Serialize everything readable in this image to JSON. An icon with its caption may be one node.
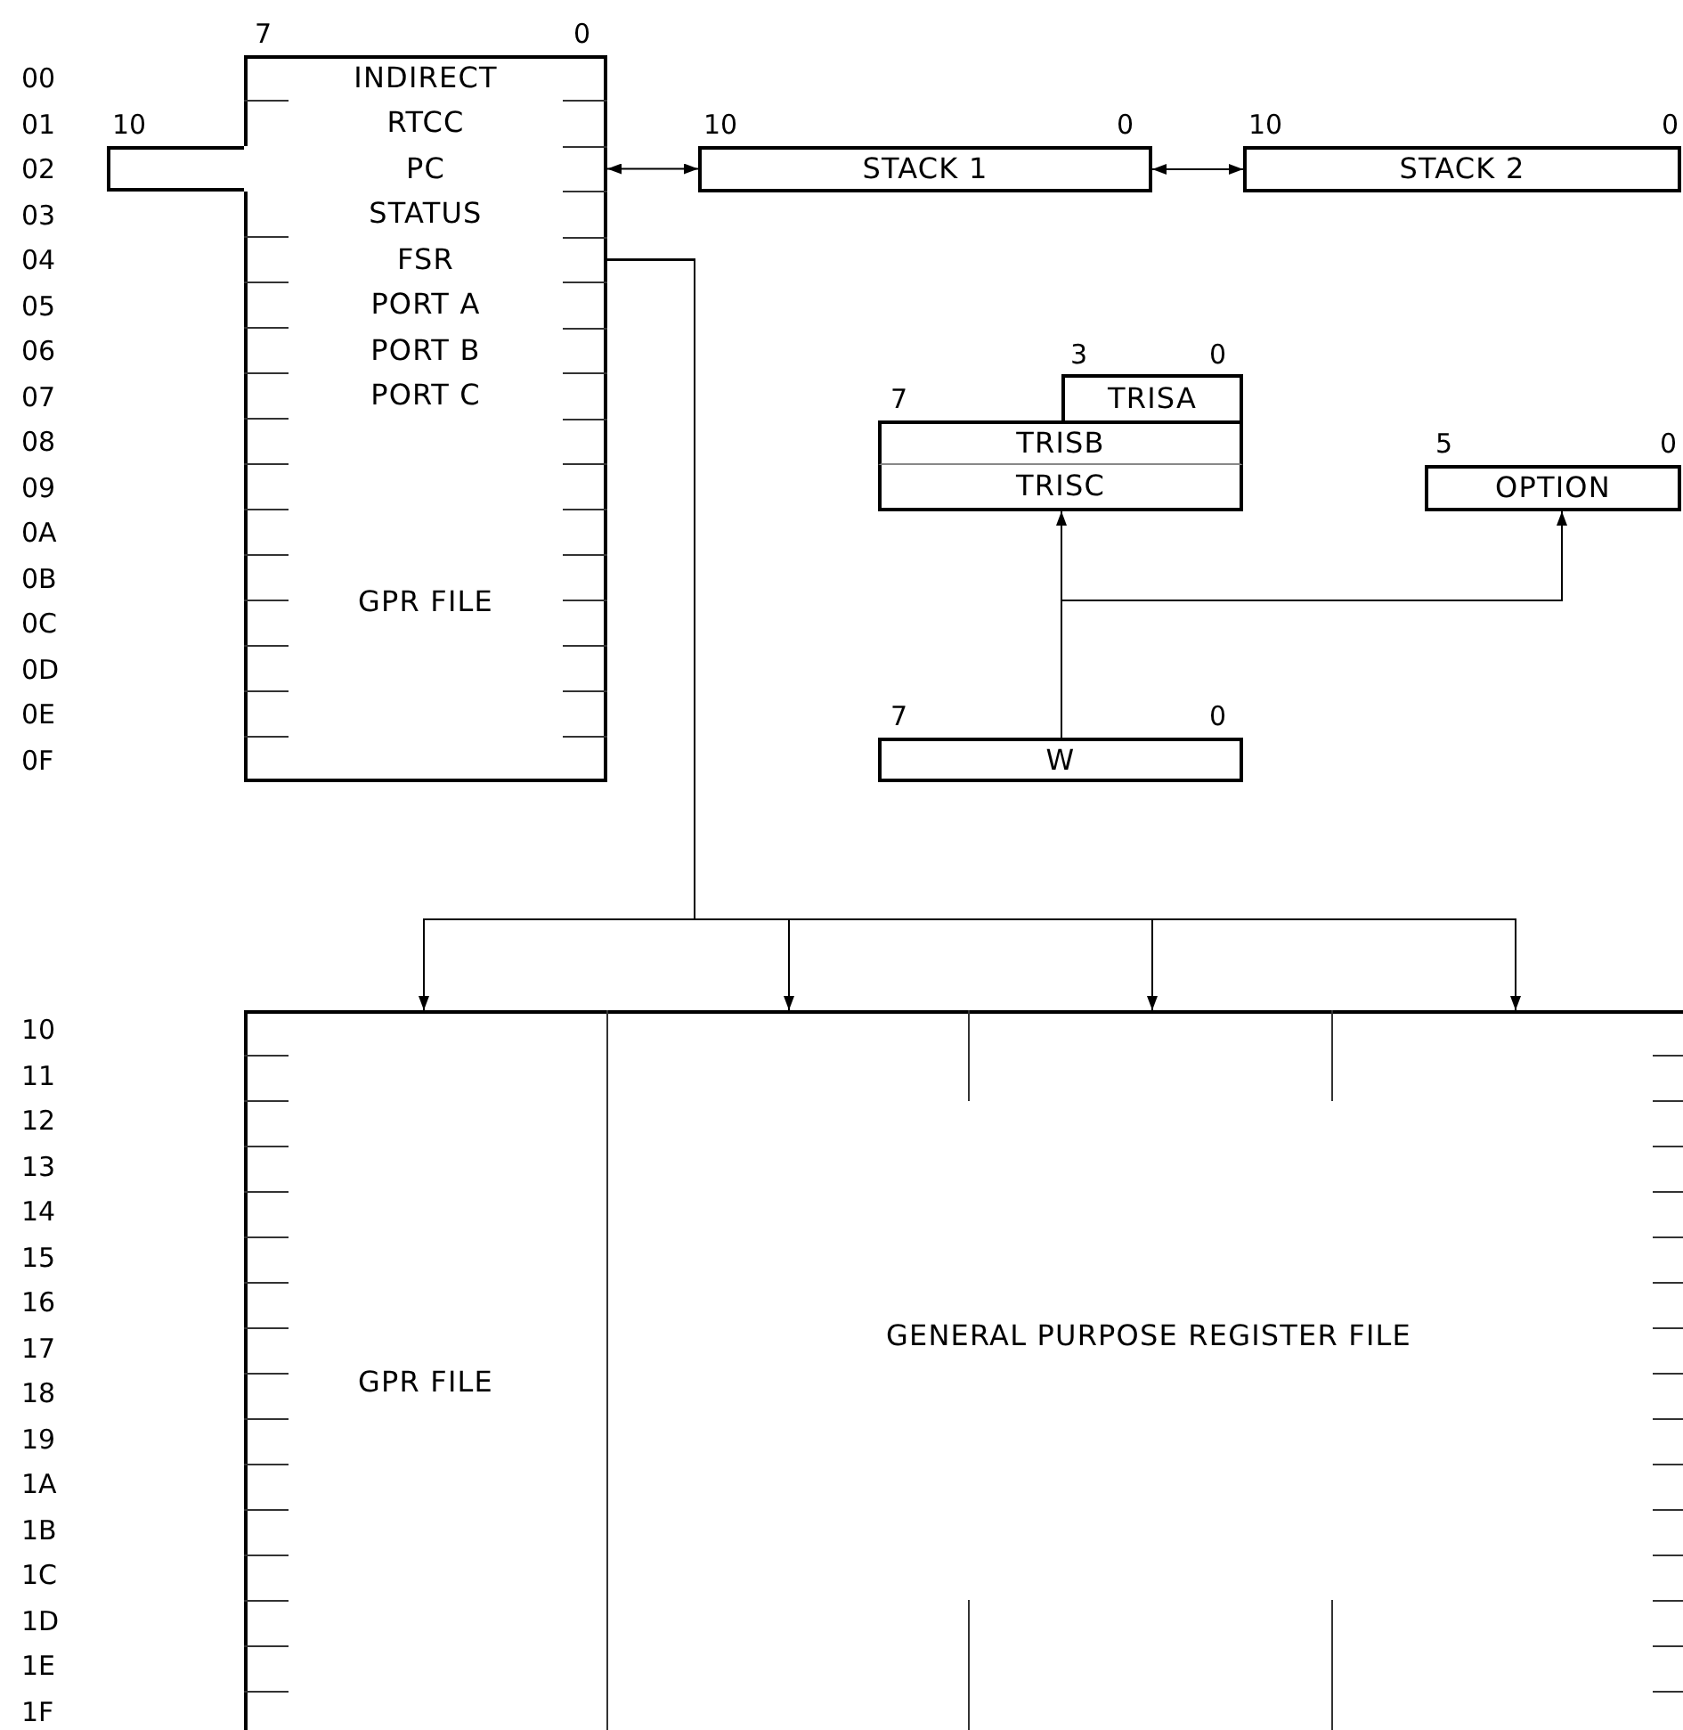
{
  "diagram": {
    "nodes": [
      {
        "text": [],
        "shape": "box",
        "beside": [
          "7",
          "0"
        ]
      },
      {
        "text": [
          "INDIRECT"
        ],
        "in": 0
      },
      {
        "text": [
          "RTCC"
        ],
        "in": 0
      },
      {
        "text": [
          "PC"
        ],
        "beside": [
          "10"
        ]
      },
      {
        "text": [
          "STATUS"
        ],
        "in": 0
      },
      {
        "text": [
          "FSR"
        ],
        "in": 0
      },
      {
        "text": [
          "PORT A"
        ],
        "in": 0
      },
      {
        "text": [
          "PORT B"
        ],
        "in": 0
      },
      {
        "text": [
          "PORT C"
        ],
        "in": 0
      },
      {
        "text": [
          "GPR FILE"
        ],
        "in": 0
      },
      {
        "text": [
          "STACK 1"
        ],
        "beside": [
          "10",
          "0"
        ]
      },
      {
        "text": [
          "STACK 2"
        ],
        "beside": [
          "10",
          "0"
        ]
      },
      {
        "text": [
          "TRISA"
        ],
        "beside": [
          "3",
          "0"
        ]
      },
      {
        "text": [
          "TRISB"
        ],
        "beside": [
          "7"
        ]
      },
      {
        "text": [
          "TRISC"
        ]
      },
      {
        "text": [
          "OPTION"
        ],
        "beside": [
          "5",
          "0"
        ]
      },
      {
        "text": [
          "W"
        ],
        "beside": [
          "7",
          "0"
        ]
      },
      {
        "text": [],
        "shape": "box"
      },
      {
        "text": [
          "GPR FILE"
        ],
        "in": 17
      },
      {
        "text": [
          "GENERAL PURPOSE REGISTER FILE"
        ],
        "in": 17
      }
    ],
    "edges": [
      {
        "from": 3,
        "to": 10,
        "arrow": "both"
      },
      {
        "from": 10,
        "to": 11,
        "arrow": "both"
      },
      {
        "from": 5,
        "to": 17,
        "arrow": "to"
      },
      {
        "from": 5,
        "to": 17,
        "arrow": "to"
      },
      {
        "from": 5,
        "to": 17,
        "arrow": "to"
      },
      {
        "from": 5,
        "to": 17,
        "arrow": "to"
      },
      {
        "from": 16,
        "to": 14,
        "arrow": "to"
      },
      {
        "from": 16,
        "to": 15,
        "arrow": "to"
      }
    ],
    "labels": [
      "00",
      "01",
      "02",
      "03",
      "04",
      "05",
      "06",
      "07",
      "08",
      "09",
      "0A",
      "0B",
      "0C",
      "0D",
      "0E",
      "0F",
      "10",
      "11",
      "12",
      "13",
      "14",
      "15",
      "16",
      "17",
      "18",
      "19",
      "1A",
      "1B",
      "1C",
      "1D",
      "1E",
      "1F"
    ]
  }
}
